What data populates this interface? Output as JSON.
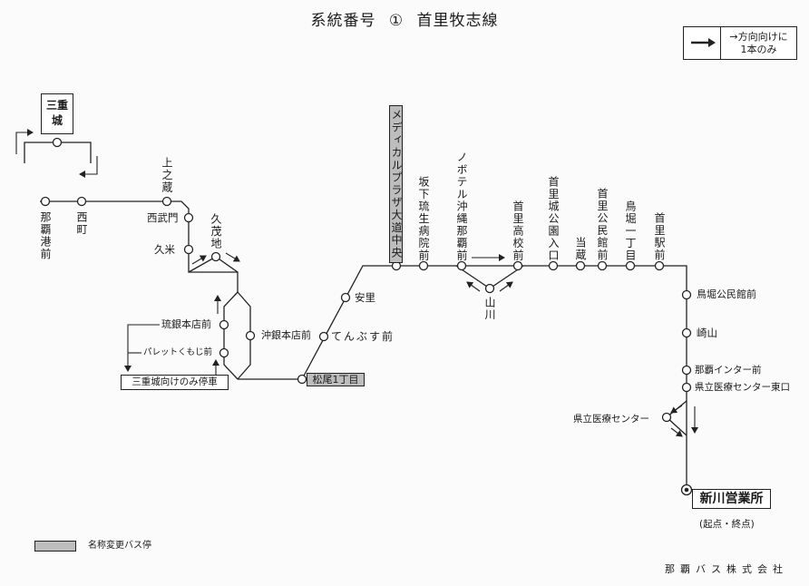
{
  "title": {
    "route_number_label": "系統番号",
    "route_number": "①",
    "route_name": "首里牧志線"
  },
  "direction_legend": {
    "line1": "→方向向けに",
    "line2": "1本のみ"
  },
  "stops": {
    "mie_gusuku": "三重城",
    "naha_port": "那覇港前",
    "nishimachi": "西町",
    "uenokura": "上之蔵",
    "nishinmon": "西武門",
    "kume": "久米",
    "kumoji": "久茂地",
    "ryugin": "琉銀本店前",
    "palette": "パレットくもじ前",
    "okigin": "沖銀本店前",
    "matsuo": "松尾1丁目",
    "tenbusu": "てんぶす前",
    "asato": "安里",
    "medical": "メディカルプラザ大道中央",
    "sakashita": "坂下琉生病院前",
    "novotel": "ノボテル沖縄那覇前",
    "yamagawa": "山川",
    "shuri_hs": "首里高校前",
    "shurijo": "首里城公園入口",
    "tonokura": "当蔵",
    "shuri_kominkan": "首里公民館前",
    "torihori": "鳥堀一丁目",
    "shuri_station": "首里駅前",
    "torihori_kominkan": "鳥堀公民館前",
    "sakiyama": "崎山",
    "naha_ic": "那覇インター前",
    "hospital_east": "県立医療センター東口",
    "hospital": "県立医療センター",
    "aragawa": "新川営業所"
  },
  "terminal_note": "(起点・終点)",
  "mie_only_note": "三重城向けのみ停車",
  "renamed_legend": "名称変更バス停",
  "company": "那覇バス株式会社",
  "colors": {
    "line": "#222222",
    "renamed_stop_fill": "#bdbdbd",
    "background": "#fbfbfb"
  }
}
